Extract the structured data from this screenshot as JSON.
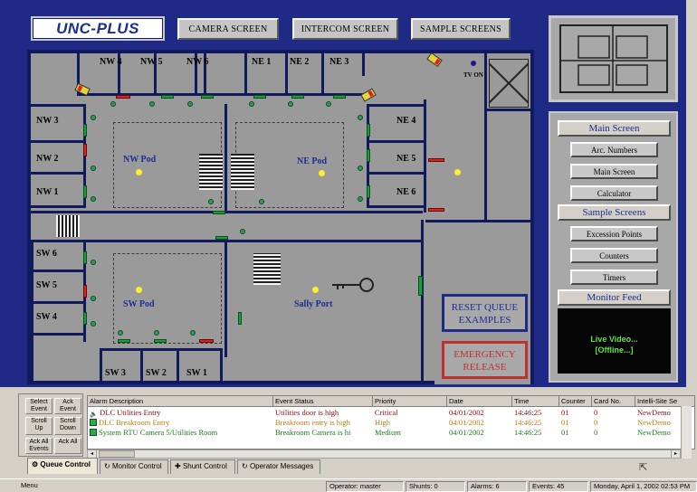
{
  "app": {
    "logo": "UNC-PLUS",
    "header_buttons": [
      "CAMERA SCREEN",
      "INTERCOM SCREEN",
      "SAMPLE SCREENS"
    ]
  },
  "floor": {
    "rooms_top": [
      "NW 4",
      "NW 5",
      "NW 6",
      "NE 1",
      "NE 2",
      "NE 3"
    ],
    "rooms_left": [
      "NW 3",
      "NW 2",
      "NW 1"
    ],
    "rooms_right": [
      "NE 4",
      "NE 5",
      "NE 6"
    ],
    "rooms_sw": [
      "SW 6",
      "SW 5",
      "SW 4"
    ],
    "rooms_bottom": [
      "SW 3",
      "SW 2",
      "SW 1"
    ],
    "pods": [
      "NW Pod",
      "NE Pod",
      "SW Pod",
      "Sally Port"
    ],
    "tv_label": "TV ON",
    "reset_button": "RESET QUEUE EXAMPLES",
    "emergency_button": "EMERGENCY RELEASE"
  },
  "nav": {
    "main_screen_header": "Main Screen",
    "main_items": [
      "Arc. Numbers",
      "Main Screen",
      "Calculator"
    ],
    "sample_header": "Sample Screens",
    "sample_items": [
      "Excession Points",
      "Counters",
      "Timers"
    ],
    "monitor_header": "Monitor Feed",
    "live_video": "Live Video...",
    "offline": "[Offline...]"
  },
  "alarm_controls": {
    "select_event": "Select Event",
    "ack_event": "Ack Event",
    "scroll_up": "Scroll Up",
    "scroll_down": "Scroll Down",
    "ack_all_events": "Ack All Events",
    "ack_all": "Ack All"
  },
  "alarm_table": {
    "columns": [
      "Alarm Description",
      "Event Status",
      "Priority",
      "Date",
      "Time",
      "Counter",
      "Card No.",
      "Intelli-Site Se"
    ],
    "rows": [
      {
        "desc": "DLC Utilities Entry",
        "status": "Utilities door is high",
        "priority": "Critical",
        "date": "04/01/2002",
        "time": "14:46:25",
        "counter": "01",
        "card": "0",
        "site": "NewDemo",
        "color": "#8b0a0a"
      },
      {
        "desc": "DLC Breakroom Entry",
        "status": "Breakroom entry is high",
        "priority": "High",
        "date": "04/01/2002",
        "time": "14:46:25",
        "counter": "01",
        "card": "0",
        "site": "NewDemo",
        "color": "#c07a10"
      },
      {
        "desc": "System RTU Camera 5/Utilities Room",
        "status": "Breakroom Camera is hi",
        "priority": "Medium",
        "date": "04/01/2002",
        "time": "14:46:25",
        "counter": "01",
        "card": "0",
        "site": "NewDemo",
        "color": "#1e7a1e"
      }
    ]
  },
  "tabs": [
    "Queue Control",
    "Monitor Control",
    "Shunt Control",
    "Operator Messages"
  ],
  "status": {
    "menu": "Menu",
    "operator": "Operator: master",
    "shunts": "Shunts: 0",
    "alarms": "Alarms: 6",
    "events": "Events: 45",
    "datetime": "Monday, April 1, 2002  02:53 PM"
  }
}
